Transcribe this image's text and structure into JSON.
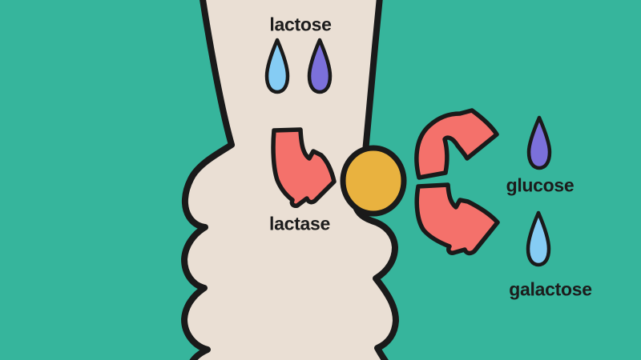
{
  "scene": {
    "description": "Hand-drawn illustration of lactose being broken down by the lactase enzyme in the intestine into glucose and galactose",
    "labels": {
      "lactose": "lactose",
      "lactase": "lactase",
      "glucose": "glucose",
      "galactose": "galactose"
    },
    "icons": [
      "droplet-icon-lactose-blue",
      "droplet-icon-lactose-purple",
      "droplet-icon-glucose",
      "droplet-icon-galactose",
      "bent-arrow-icon",
      "curved-arrow-up-icon",
      "curved-arrow-down-icon",
      "enzyme-circle-icon",
      "intestine-shape"
    ],
    "colors": {
      "background": "#36b59c",
      "intestine": "#eadfd4",
      "outline": "#1a1a1a",
      "arrow": "#f4716b",
      "enzyme": "#e9b23f",
      "droplet_blue": "#85ccf4",
      "droplet_purple": "#7b70da"
    }
  }
}
